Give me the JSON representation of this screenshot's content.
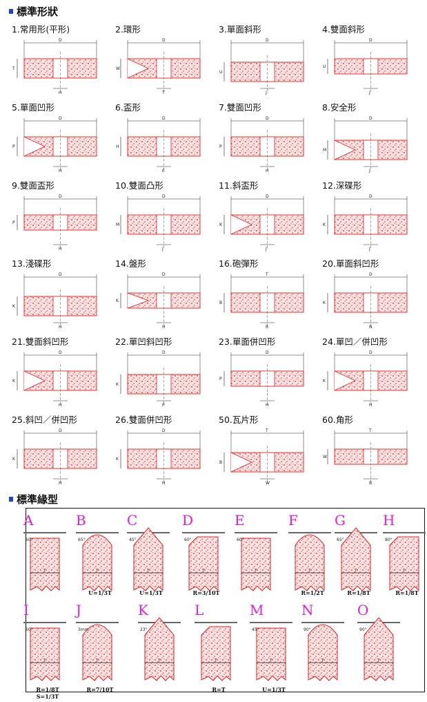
{
  "sections": {
    "shapes_title": "標準形狀",
    "edges_title": "標準緣型"
  },
  "colors": {
    "accent": "#1e40e0",
    "wheel": "#e02020",
    "letter": "#e020e0"
  },
  "shapes": [
    {
      "label": "1.常用形(平形)",
      "dims": [
        "D",
        "T",
        "H"
      ]
    },
    {
      "label": "2.環形",
      "dims": [
        "D",
        "W",
        "T"
      ]
    },
    {
      "label": "3.單面斜形",
      "dims": [
        "D",
        "U",
        "J"
      ]
    },
    {
      "label": "4.雙面斜形",
      "dims": [
        "D",
        "U",
        "J"
      ]
    },
    {
      "label": "5.單面凹形",
      "dims": [
        "D",
        "P",
        "H"
      ]
    },
    {
      "label": "6.盃形",
      "dims": [
        "D",
        "H",
        "E"
      ]
    },
    {
      "label": "7.雙面凹形",
      "dims": [
        "D",
        "P",
        "H"
      ]
    },
    {
      "label": "8.安全形",
      "dims": [
        "D",
        "M",
        "J"
      ]
    },
    {
      "label": "9.雙面盃形",
      "dims": [
        "D",
        "P",
        "H"
      ]
    },
    {
      "label": "10.雙面凸形",
      "dims": [
        "D",
        "M",
        "J"
      ]
    },
    {
      "label": "11.斜盃形",
      "dims": [
        "D",
        "K",
        "J"
      ]
    },
    {
      "label": "12.深碟形",
      "dims": [
        "D",
        "K",
        "J"
      ]
    },
    {
      "label": "13.淺碟形",
      "dims": [
        "D",
        "K",
        "H"
      ]
    },
    {
      "label": "14.盤形",
      "dims": [
        "D",
        "K",
        "H"
      ]
    },
    {
      "label": "16.砲彈形",
      "dims": [
        "T",
        "B",
        "R"
      ]
    },
    {
      "label": "20.單面斜凹形",
      "dims": [
        "D",
        "K",
        "N"
      ]
    },
    {
      "label": "21.雙面斜凹形",
      "dims": [
        "D",
        "K",
        "H"
      ]
    },
    {
      "label": "22.單凹斜凹形",
      "dims": [
        "D",
        "K",
        "P"
      ]
    },
    {
      "label": "23.單面併凹形",
      "dims": [
        "D",
        "P",
        "H"
      ]
    },
    {
      "label": "24.單凹／併凹形",
      "dims": [
        "D",
        "K",
        "H"
      ]
    },
    {
      "label": "25.斜凹／併凹形",
      "dims": [
        "D",
        "K",
        "H"
      ]
    },
    {
      "label": "26.雙面併凹形",
      "dims": [
        "D",
        "K",
        "H"
      ]
    },
    {
      "label": "50.瓦片形",
      "dims": [
        "T",
        "B",
        "W"
      ]
    },
    {
      "label": "60.角形",
      "dims": [
        "T",
        "W",
        "B"
      ]
    }
  ],
  "edges": [
    {
      "letter": "A",
      "caption": "",
      "angle": "60°"
    },
    {
      "letter": "B",
      "caption": "U=1/3T",
      "angle": "65°"
    },
    {
      "letter": "C",
      "caption": "U=1/3T",
      "angle": "45°"
    },
    {
      "letter": "D",
      "caption": "R=3/10T",
      "angle": "60°"
    },
    {
      "letter": "E",
      "caption": "",
      "angle": "60°"
    },
    {
      "letter": "F",
      "caption": "R=1/2T",
      "angle": ""
    },
    {
      "letter": "G",
      "caption": "R=1/8T",
      "angle": "65°"
    },
    {
      "letter": "H",
      "caption": "R=1/8T",
      "angle": "80°"
    },
    {
      "letter": "I",
      "caption": "R=1/8T\nS=1/3T",
      "angle": "60°"
    },
    {
      "letter": "J",
      "caption": "R=7/10T",
      "angle": "3mm"
    },
    {
      "letter": "K",
      "caption": "",
      "angle": "23°"
    },
    {
      "letter": "L",
      "caption": "R=T",
      "angle": ""
    },
    {
      "letter": "M",
      "caption": "U=1/3T",
      "angle": "45°"
    },
    {
      "letter": "N",
      "caption": "",
      "angle": "90°"
    },
    {
      "letter": "O",
      "caption": "",
      "angle": "90°"
    }
  ]
}
